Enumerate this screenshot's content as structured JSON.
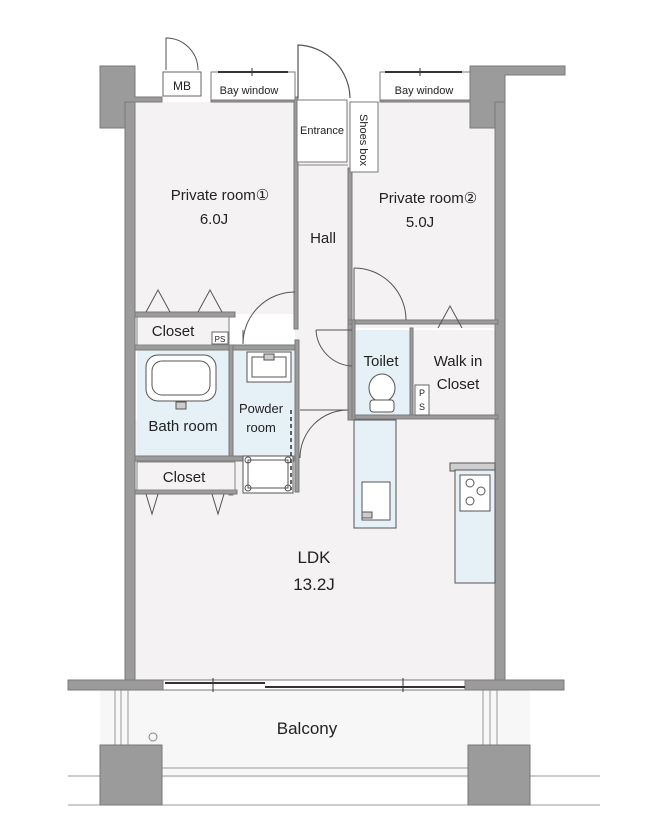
{
  "floor_plan": {
    "labels": {
      "mb": "MB",
      "bay_window_left": "Bay window",
      "bay_window_right": "Bay window",
      "entrance": "Entrance",
      "shoes_box": "Shoes box",
      "private_room_1": "Private room①",
      "private_room_1_size": "6.0J",
      "private_room_2": "Private room②",
      "private_room_2_size": "5.0J",
      "hall": "Hall",
      "closet_upper": "Closet",
      "ps_left": "PS",
      "toilet": "Toilet",
      "walk_in_1": "Walk in",
      "walk_in_2": "Closet",
      "ps_right_p": "P",
      "ps_right_s": "S",
      "bath_room": "Bath room",
      "powder_room_1": "Powder",
      "powder_room_2": "room",
      "closet_lower": "Closet",
      "ldk": "LDK",
      "ldk_size": "13.2J",
      "balcony": "Balcony"
    }
  }
}
